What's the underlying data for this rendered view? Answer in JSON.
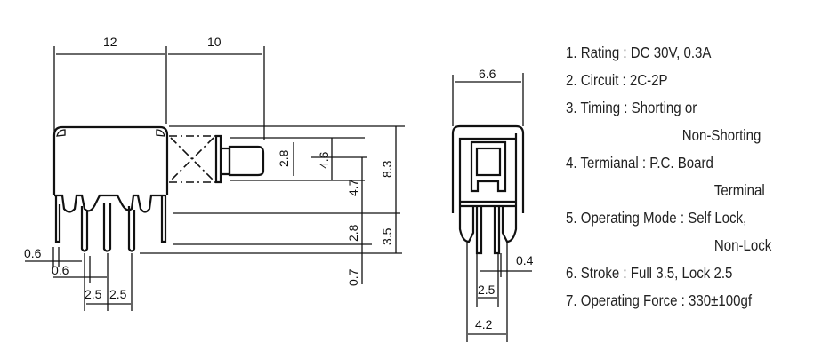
{
  "dimensions": {
    "side_view": {
      "body_length": "12",
      "plunger_length": "10",
      "button_height": "2.8",
      "plunger_height": "4.6",
      "center_to_base": "4.7",
      "total_height": "8.3",
      "pin_offset": "2.8",
      "base_to_pin": "3.5",
      "pin_tail": "0.7",
      "pin_width_1": "0.6",
      "pin_width_2": "0.6",
      "pitch_1": "2.5",
      "pitch_2": "2.5"
    },
    "front_view": {
      "width": "6.6",
      "pin_thickness": "0.4",
      "pitch": "2.5",
      "row_spacing": "4.2"
    }
  },
  "specs": [
    "1. Rating : DC 30V, 0.3A",
    "2. Circuit : 2C-2P",
    "3. Timing : Shorting or",
    "Non-Shorting",
    "4. Termianal : P.C. Board",
    "Terminal",
    "5. Operating Mode : Self Lock,",
    "Non-Lock",
    "6. Stroke : Full 3.5, Lock 2.5",
    "7. Operating Force : 330±100gf"
  ]
}
